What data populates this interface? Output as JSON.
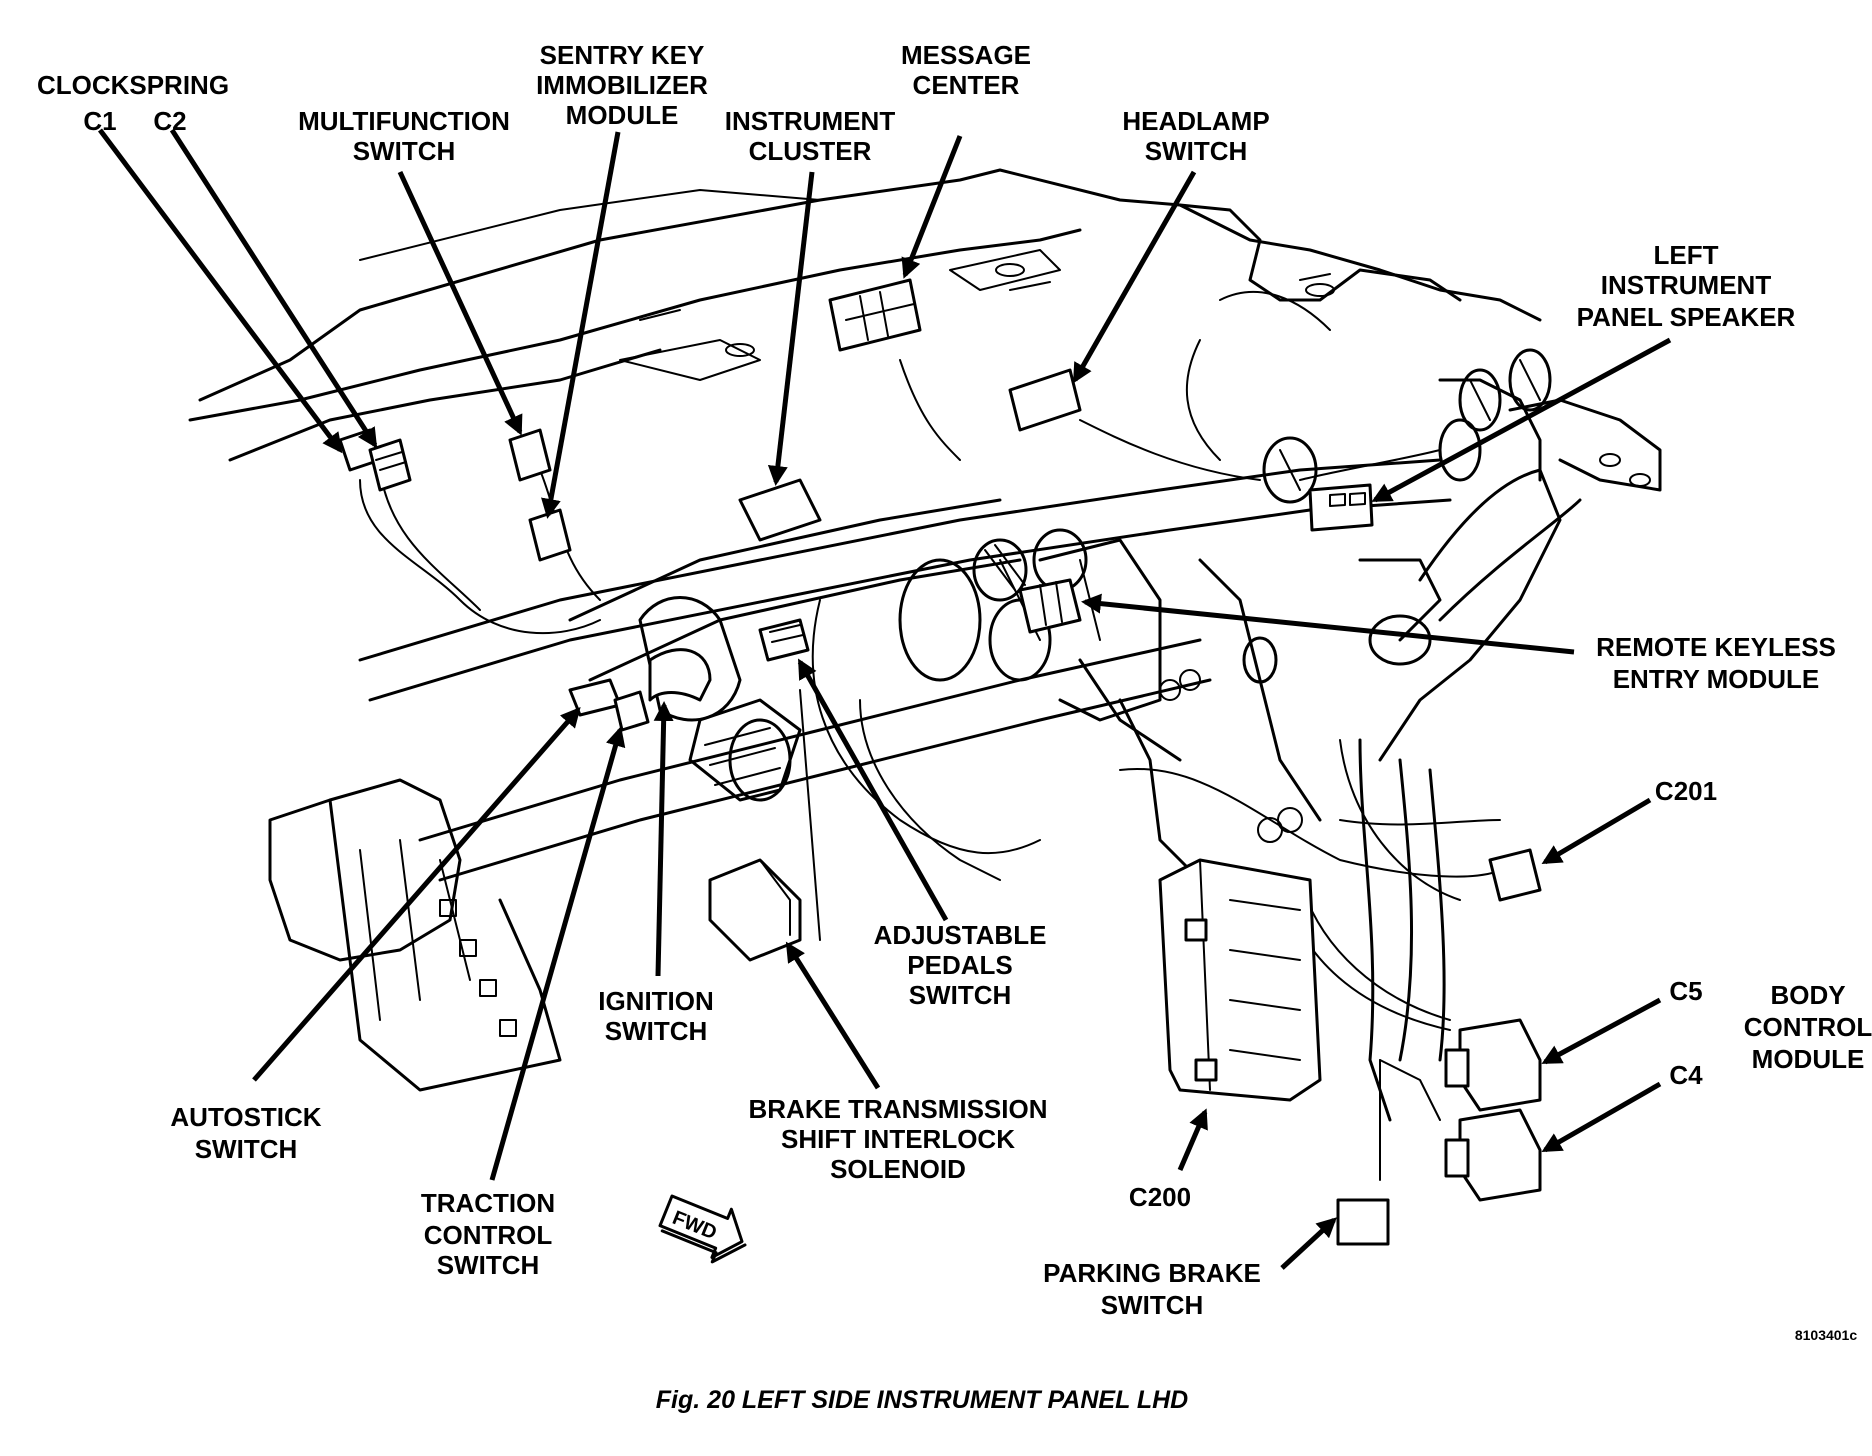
{
  "labels": {
    "clockspring": "CLOCKSPRING",
    "c1": "C1",
    "c2": "C2",
    "multifunction_1": "MULTIFUNCTION",
    "multifunction_2": "SWITCH",
    "sentry_1": "SENTRY KEY",
    "sentry_2": "IMMOBILIZER",
    "sentry_3": "MODULE",
    "cluster_1": "INSTRUMENT",
    "cluster_2": "CLUSTER",
    "message_1": "MESSAGE",
    "message_2": "CENTER",
    "headlamp_1": "HEADLAMP",
    "headlamp_2": "SWITCH",
    "speaker_1": "LEFT",
    "speaker_2": "INSTRUMENT",
    "speaker_3": "PANEL SPEAKER",
    "rke_1": "REMOTE KEYLESS",
    "rke_2": "ENTRY MODULE",
    "c201": "C201",
    "c5": "C5",
    "c4": "C4",
    "bcm_1": "BODY",
    "bcm_2": "CONTROL",
    "bcm_3": "MODULE",
    "c200": "C200",
    "parking_1": "PARKING BRAKE",
    "parking_2": "SWITCH",
    "btsi_1": "BRAKE TRANSMISSION",
    "btsi_2": "SHIFT INTERLOCK",
    "btsi_3": "SOLENOID",
    "pedals_1": "ADJUSTABLE",
    "pedals_2": "PEDALS",
    "pedals_3": "SWITCH",
    "ignition_1": "IGNITION",
    "ignition_2": "SWITCH",
    "autostick_1": "AUTOSTICK",
    "autostick_2": "SWITCH",
    "traction_1": "TRACTION",
    "traction_2": "CONTROL",
    "traction_3": "SWITCH",
    "fwd": "FWD",
    "figure_code": "8103401c"
  },
  "caption": "Fig. 20 LEFT SIDE INSTRUMENT PANEL LHD"
}
